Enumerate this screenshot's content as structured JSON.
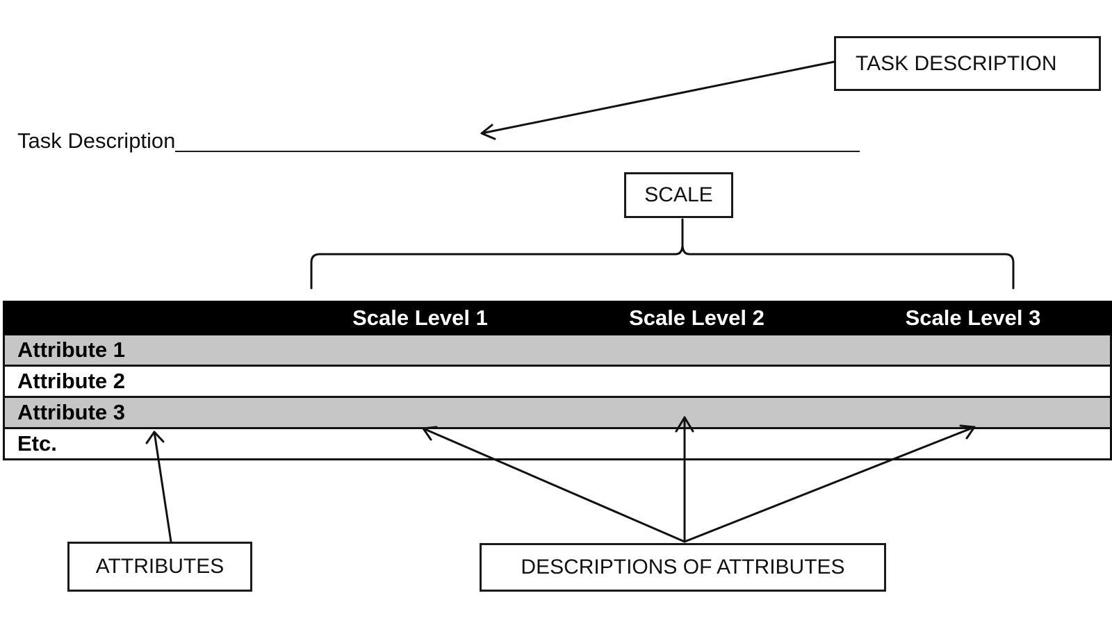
{
  "callouts": {
    "task_description": "TASK DESCRIPTION",
    "scale": "SCALE",
    "attributes": "ATTRIBUTES",
    "descriptions_of_attributes": "DESCRIPTIONS OF ATTRIBUTES"
  },
  "task_line": {
    "label": "Task Description"
  },
  "table": {
    "headers": [
      "",
      "Scale Level 1",
      "Scale Level 2",
      "Scale Level 3"
    ],
    "rows": [
      "Attribute 1",
      "Attribute 2",
      "Attribute 3",
      "Etc."
    ],
    "colors": {
      "header_bg": "#000000",
      "header_text": "#ffffff",
      "shaded_row": "#c6c6c6",
      "plain_row": "#ffffff"
    }
  }
}
